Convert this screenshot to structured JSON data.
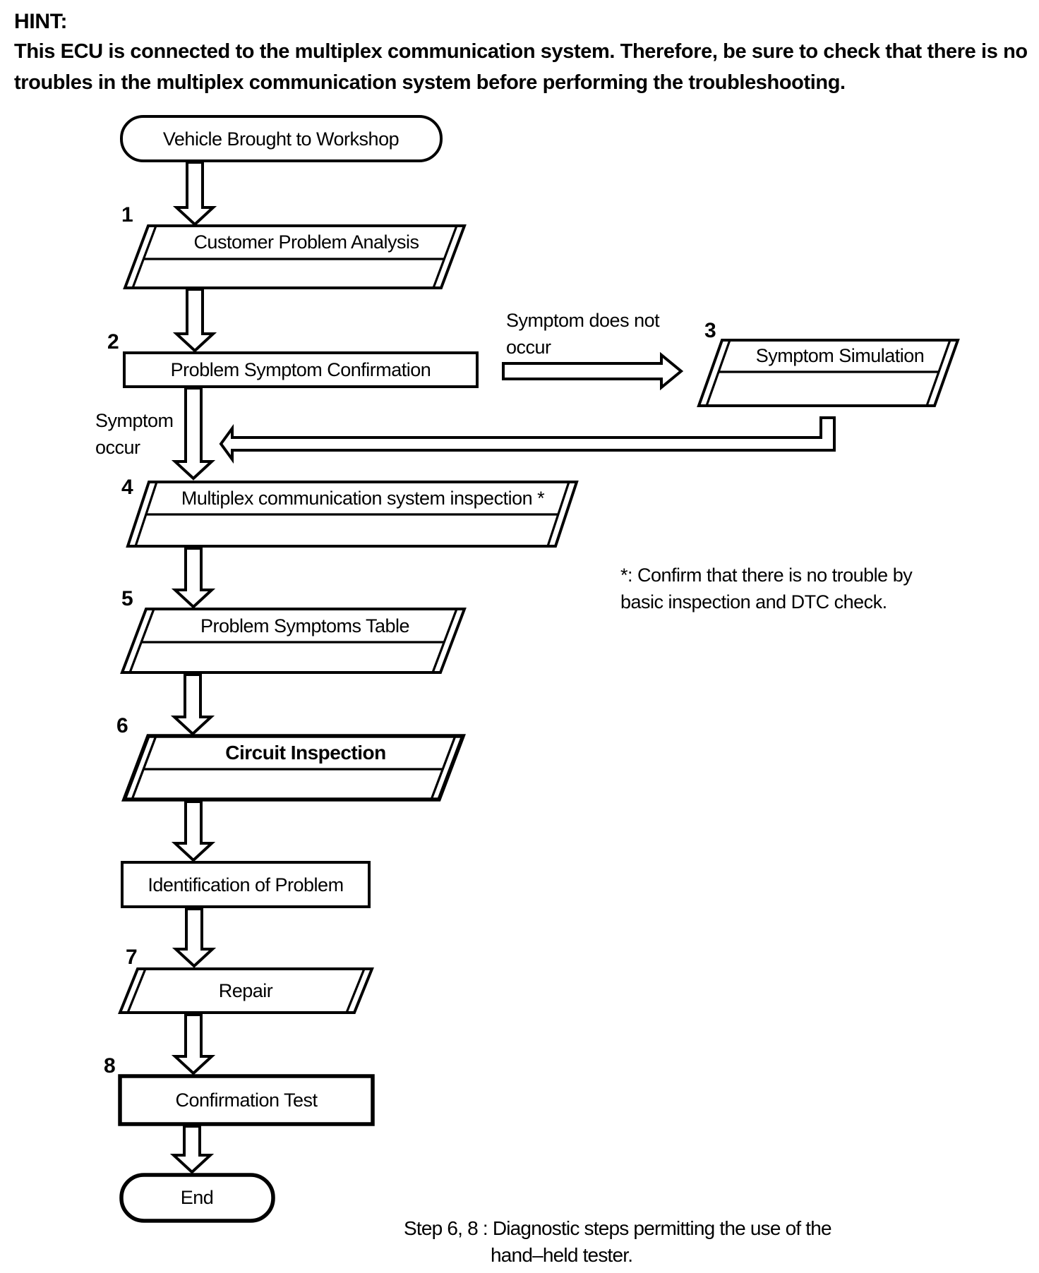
{
  "hint": {
    "title": "HINT:",
    "line1": "This ECU is connected to the multiplex communication system. Therefore, be sure to check that there is no",
    "line2": "troubles in the multiplex communication system before performing the troubleshooting."
  },
  "flowchart": {
    "start_label": "Vehicle Brought to Workshop",
    "steps": [
      {
        "num": "1",
        "label": "Customer Problem Analysis"
      },
      {
        "num": "2",
        "label": "Problem Symptom Confirmation"
      },
      {
        "num": "3",
        "label": "Symptom Simulation"
      },
      {
        "num": "4",
        "label": "Multiplex communication system inspection *"
      },
      {
        "num": "5",
        "label": "Problem Symptoms Table"
      },
      {
        "num": "6",
        "label": "Circuit Inspection"
      },
      {
        "num": "7",
        "label": "Repair"
      },
      {
        "num": "8",
        "label": "Confirmation Test"
      }
    ],
    "identification_label": "Identification of Problem",
    "end_label": "End",
    "branch_right": {
      "line1": "Symptom does not",
      "line2": "occur"
    },
    "branch_down": {
      "line1": "Symptom",
      "line2": "occur"
    },
    "footnote": {
      "line1": "*: Confirm that there is no trouble by",
      "line2": "basic inspection and DTC check."
    },
    "caption": {
      "line1": "Step 6, 8 : Diagnostic steps permitting the use of the",
      "line2": "hand–held tester."
    }
  },
  "colors": {
    "ink": "#000000",
    "paper": "#ffffff"
  }
}
